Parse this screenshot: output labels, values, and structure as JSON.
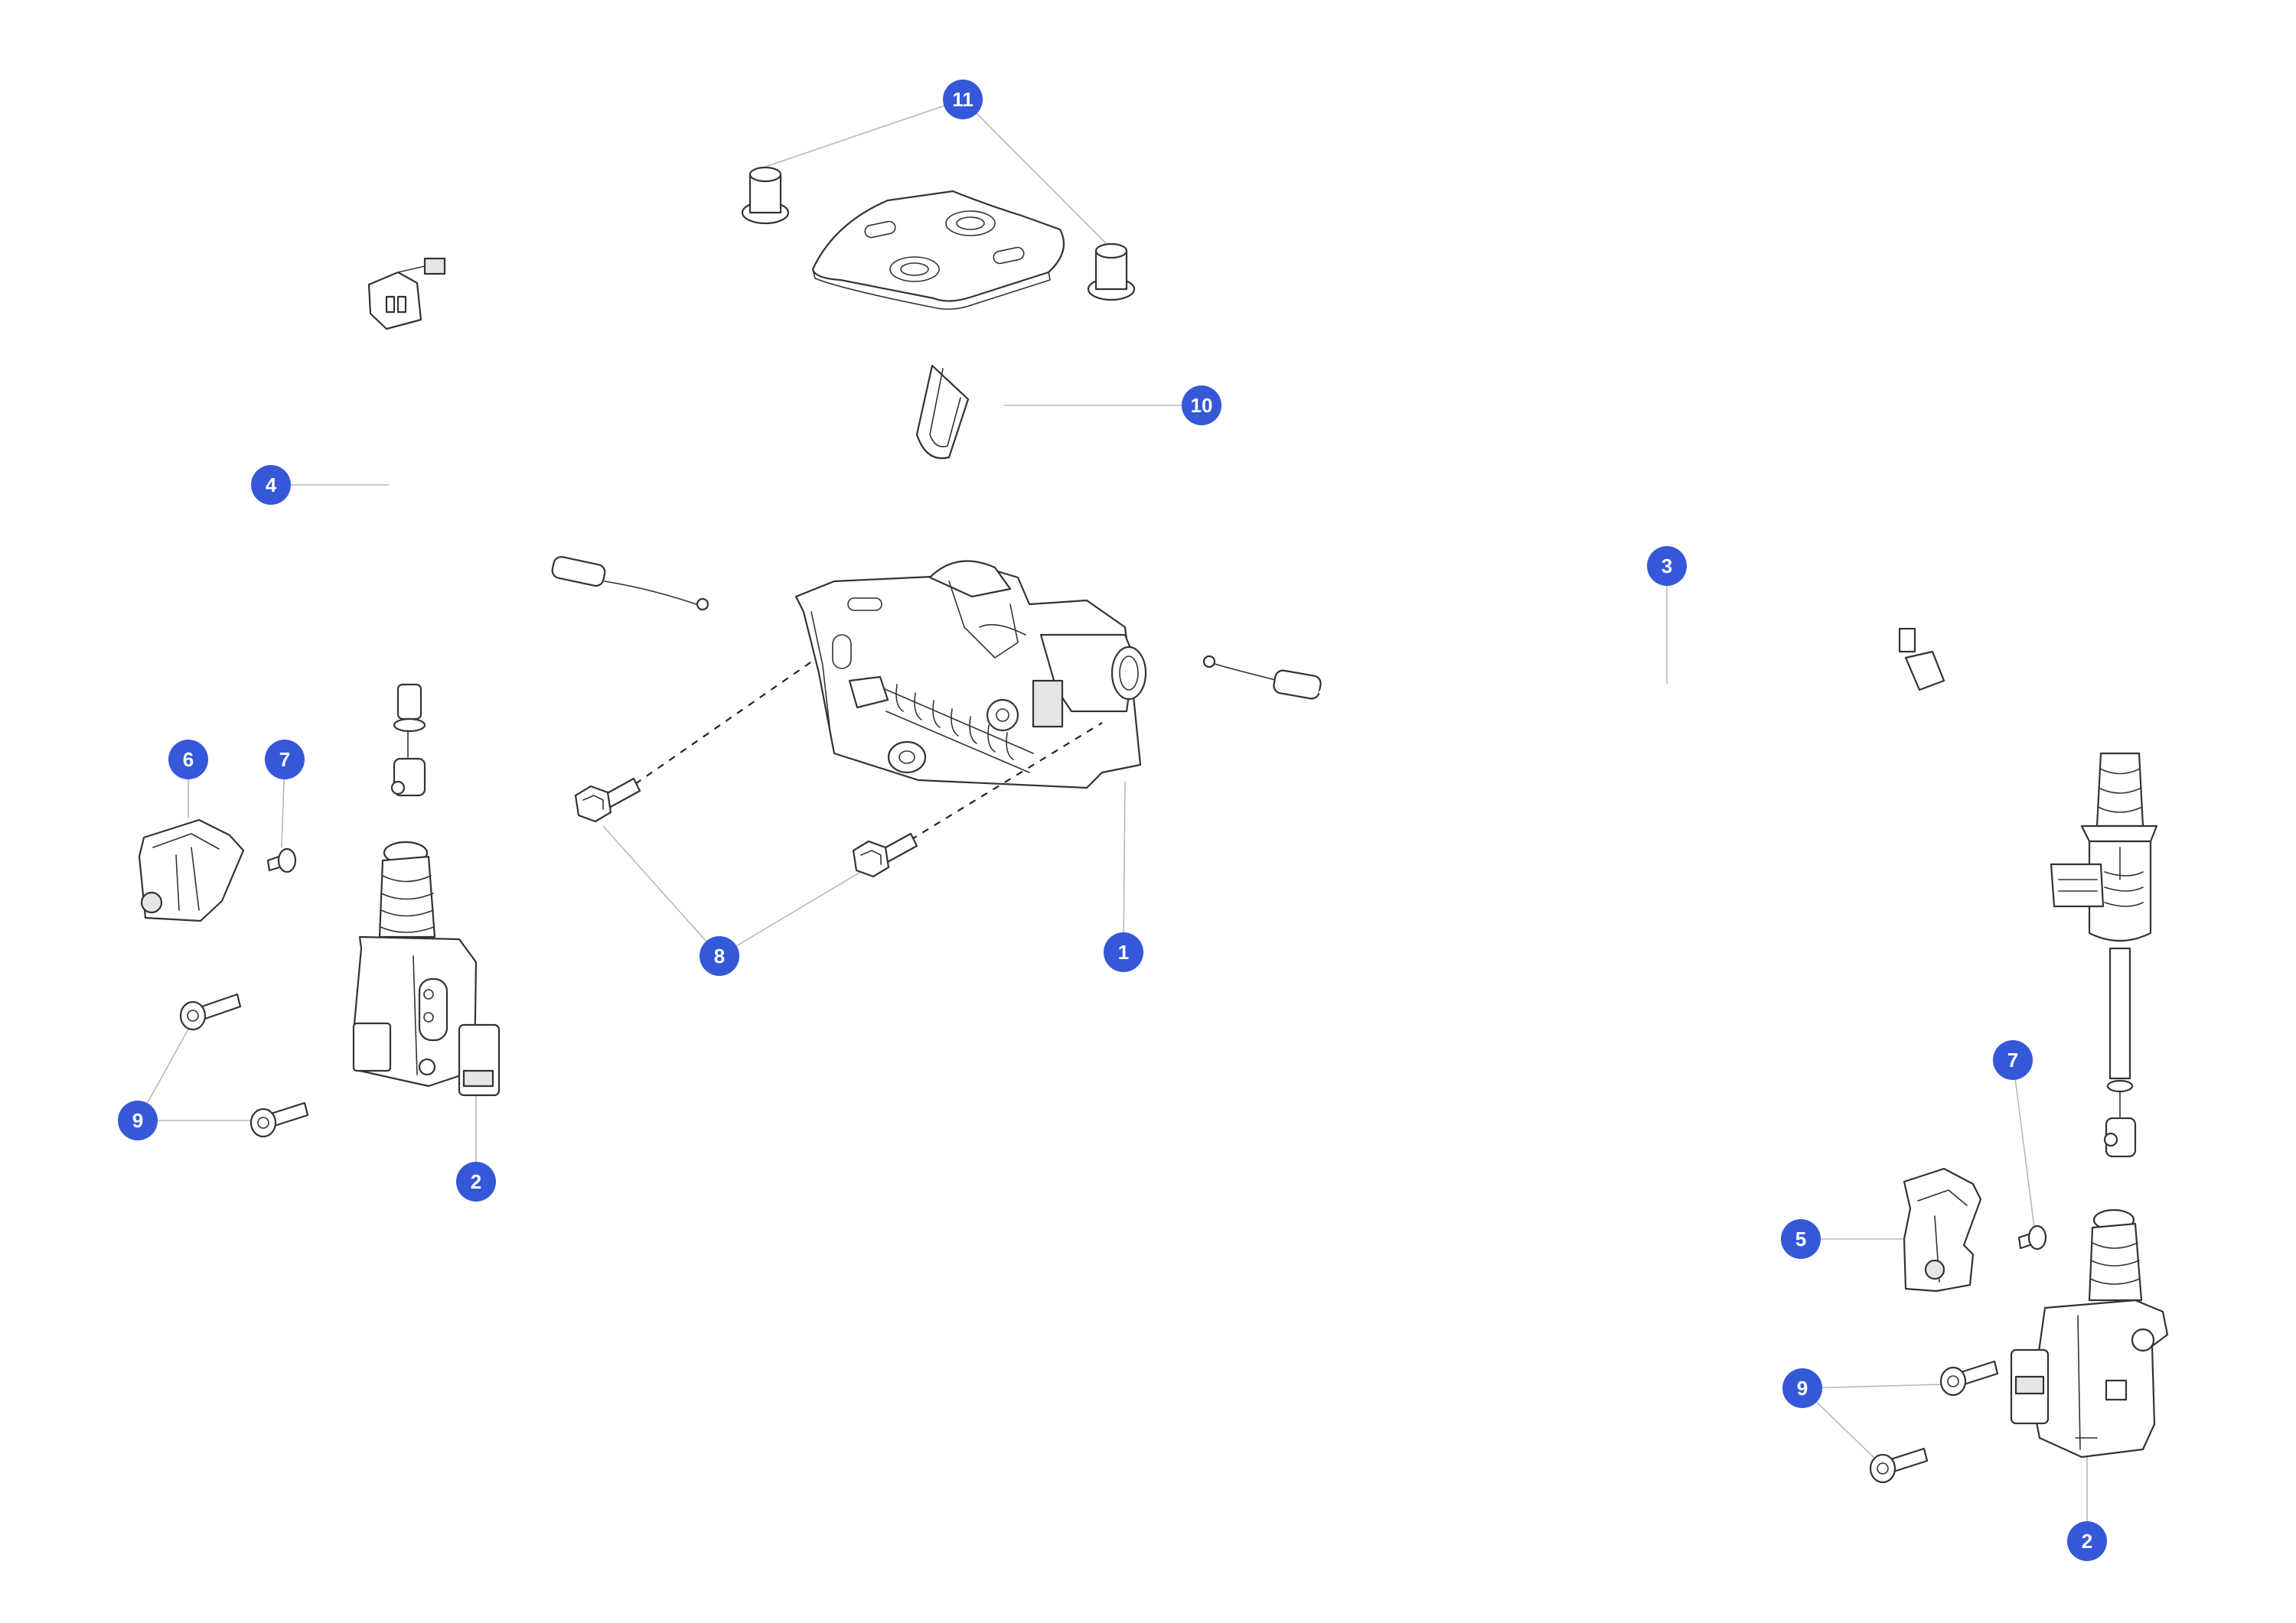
{
  "diagram": {
    "callout_color": "#3558d8",
    "callouts": [
      {
        "id": "c1",
        "label": "1"
      },
      {
        "id": "c2a",
        "label": "2"
      },
      {
        "id": "c2b",
        "label": "2"
      },
      {
        "id": "c3",
        "label": "3"
      },
      {
        "id": "c4",
        "label": "4"
      },
      {
        "id": "c5",
        "label": "5"
      },
      {
        "id": "c6",
        "label": "6"
      },
      {
        "id": "c7a",
        "label": "7"
      },
      {
        "id": "c7b",
        "label": "7"
      },
      {
        "id": "c8",
        "label": "8"
      },
      {
        "id": "c9a",
        "label": "9"
      },
      {
        "id": "c9b",
        "label": "9"
      },
      {
        "id": "c10",
        "label": "10"
      },
      {
        "id": "c11",
        "label": "11"
      }
    ]
  }
}
